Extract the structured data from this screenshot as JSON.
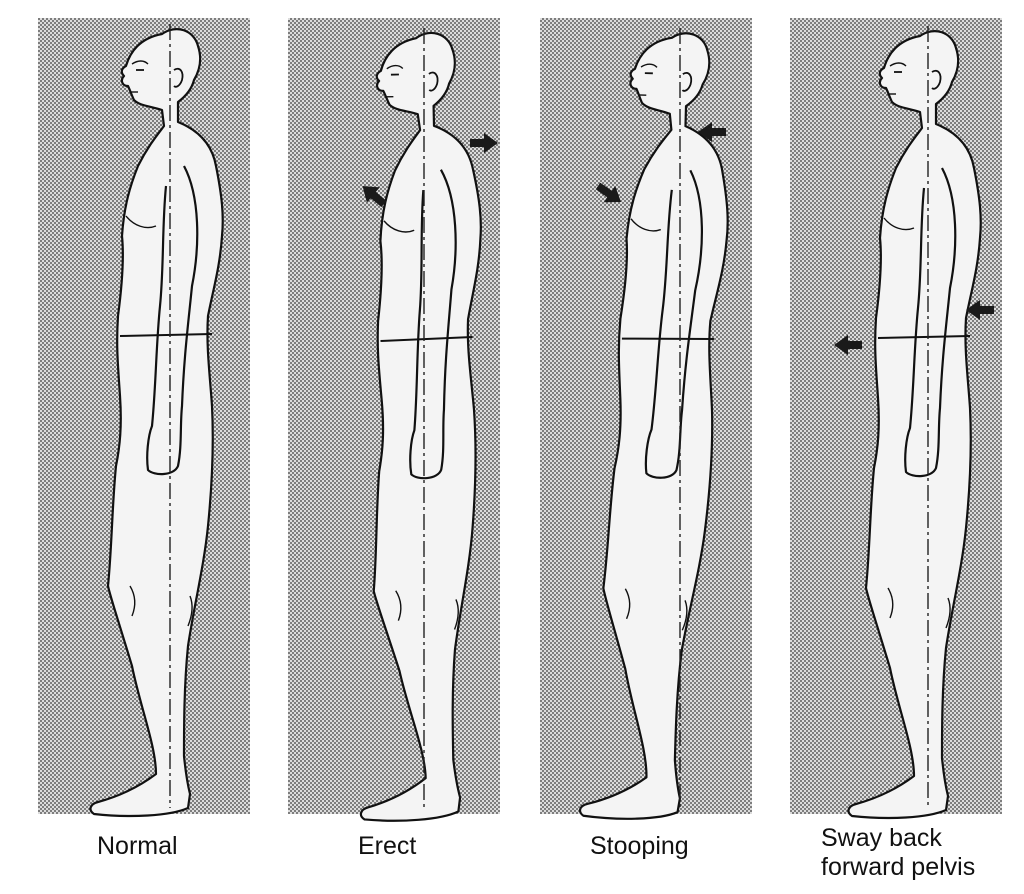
{
  "figure": {
    "panels": [
      {
        "id": "normal",
        "caption": "Normal"
      },
      {
        "id": "erect",
        "caption": "Erect"
      },
      {
        "id": "stooping",
        "caption": "Stooping"
      },
      {
        "id": "swayback",
        "caption_line1": "Sway back",
        "caption_line2": "forward pelvis"
      }
    ],
    "colors": {
      "panel_dot": "#3a3a3a",
      "panel_bg": "#d8d8d8",
      "figure_fill": "#f4f4f4",
      "outline": "#111111",
      "arrow": "#1a1a1a"
    }
  }
}
